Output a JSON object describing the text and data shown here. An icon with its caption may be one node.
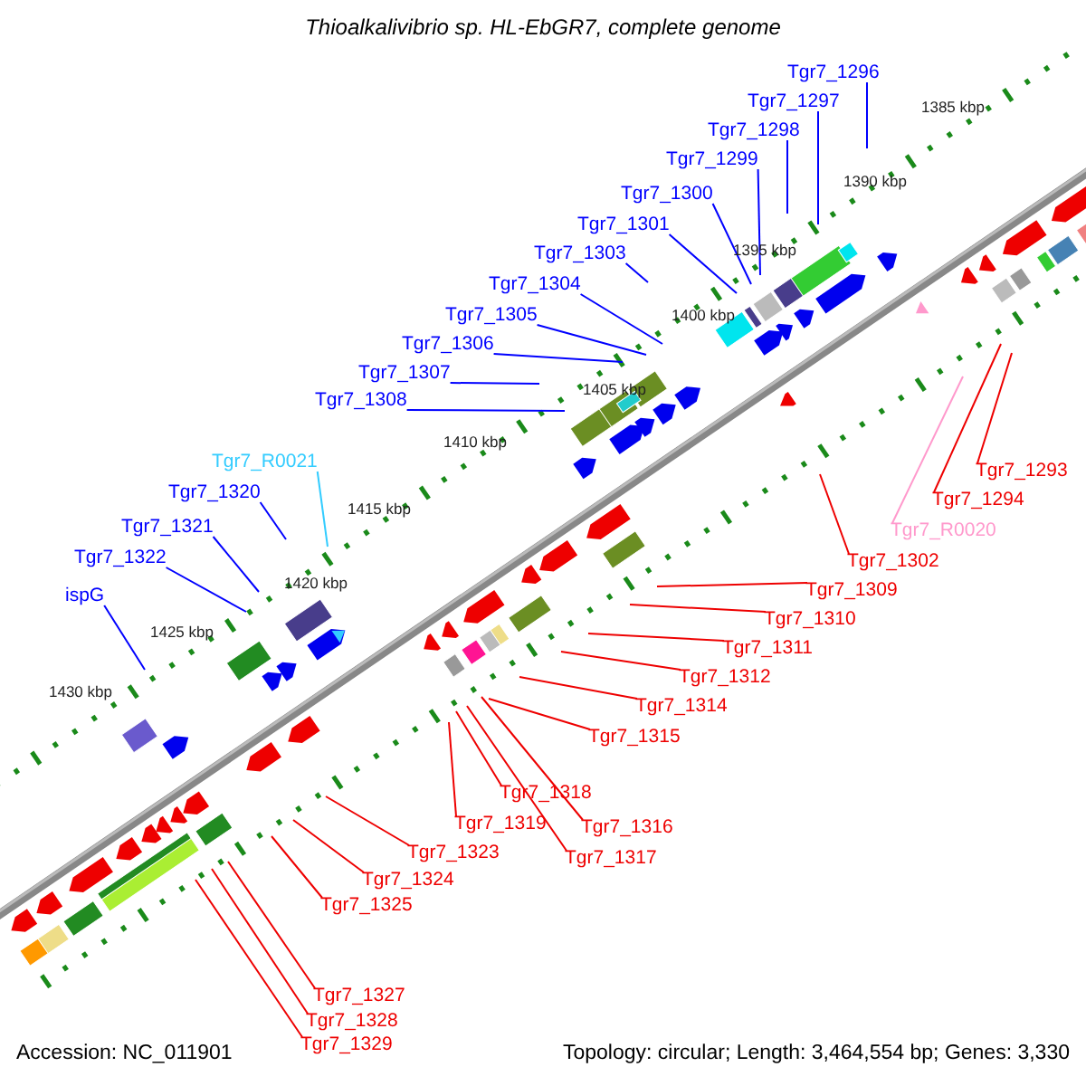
{
  "diagram": {
    "title": "Thioalkalivibrio sp. HL-EbGR7, complete genome",
    "nodes": [
      {
        "text": [
          "Tgr7_1296"
        ]
      },
      {
        "text": [
          "Tgr7_1297"
        ]
      },
      {
        "text": [
          "Tgr7_1298"
        ]
      },
      {
        "text": [
          "Tgr7_1299"
        ]
      },
      {
        "text": [
          "Tgr7_1300"
        ]
      },
      {
        "text": [
          "Tgr7_1301"
        ]
      },
      {
        "text": [
          "Tgr7_1303"
        ]
      },
      {
        "text": [
          "Tgr7_1304"
        ]
      },
      {
        "text": [
          "Tgr7_1305"
        ]
      },
      {
        "text": [
          "Tgr7_1306"
        ]
      },
      {
        "text": [
          "Tgr7_1307"
        ]
      },
      {
        "text": [
          "Tgr7_1308"
        ]
      },
      {
        "text": [
          "Tgr7_R0021"
        ]
      },
      {
        "text": [
          "Tgr7_1320"
        ]
      },
      {
        "text": [
          "Tgr7_1321"
        ]
      },
      {
        "text": [
          "Tgr7_1322"
        ]
      },
      {
        "text": [
          "ispG"
        ]
      },
      {
        "text": [
          "Tgr7_1293"
        ]
      },
      {
        "text": [
          "Tgr7_1294"
        ]
      },
      {
        "text": [
          "Tgr7_R0020"
        ]
      },
      {
        "text": [
          "Tgr7_1302"
        ]
      },
      {
        "text": [
          "Tgr7_1309"
        ]
      },
      {
        "text": [
          "Tgr7_1310"
        ]
      },
      {
        "text": [
          "Tgr7_1311"
        ]
      },
      {
        "text": [
          "Tgr7_1312"
        ]
      },
      {
        "text": [
          "Tgr7_1314"
        ]
      },
      {
        "text": [
          "Tgr7_1315"
        ]
      },
      {
        "text": [
          "Tgr7_1318"
        ]
      },
      {
        "text": [
          "Tgr7_1319"
        ]
      },
      {
        "text": [
          "Tgr7_1316"
        ]
      },
      {
        "text": [
          "Tgr7_1317"
        ]
      },
      {
        "text": [
          "Tgr7_1323"
        ]
      },
      {
        "text": [
          "Tgr7_1324"
        ]
      },
      {
        "text": [
          "Tgr7_1325"
        ]
      },
      {
        "text": [
          "Tgr7_1327"
        ]
      },
      {
        "text": [
          "Tgr7_1328"
        ]
      },
      {
        "text": [
          "Tgr7_1329"
        ]
      }
    ],
    "edges": [
      {
        "from": 0,
        "to": null,
        "arrow": "none",
        "color": "#0000ff"
      },
      {
        "from": 1,
        "to": null,
        "arrow": "none",
        "color": "#0000ff"
      },
      {
        "from": 2,
        "to": null,
        "arrow": "none",
        "color": "#0000ff"
      },
      {
        "from": 3,
        "to": null,
        "arrow": "none",
        "color": "#0000ff"
      },
      {
        "from": 4,
        "to": null,
        "arrow": "none",
        "color": "#0000ff"
      },
      {
        "from": 5,
        "to": null,
        "arrow": "none",
        "color": "#0000ff"
      },
      {
        "from": 6,
        "to": null,
        "arrow": "none",
        "color": "#0000ff"
      },
      {
        "from": 7,
        "to": null,
        "arrow": "none",
        "color": "#0000ff"
      },
      {
        "from": 8,
        "to": null,
        "arrow": "none",
        "color": "#0000ff"
      },
      {
        "from": 9,
        "to": null,
        "arrow": "none",
        "color": "#0000ff"
      },
      {
        "from": 10,
        "to": null,
        "arrow": "none",
        "color": "#0000ff"
      },
      {
        "from": 11,
        "to": null,
        "arrow": "none",
        "color": "#0000ff"
      },
      {
        "from": 12,
        "to": null,
        "arrow": "none",
        "color": "#33ccff"
      },
      {
        "from": 13,
        "to": null,
        "arrow": "none",
        "color": "#0000ff"
      },
      {
        "from": 14,
        "to": null,
        "arrow": "none",
        "color": "#0000ff"
      },
      {
        "from": 15,
        "to": null,
        "arrow": "none",
        "color": "#0000ff"
      },
      {
        "from": 16,
        "to": null,
        "arrow": "none",
        "color": "#0000ff"
      },
      {
        "from": 17,
        "to": null,
        "arrow": "none"
      },
      {
        "from": 18,
        "to": null,
        "arrow": "none"
      },
      {
        "from": 19,
        "to": null,
        "arrow": "none",
        "color": "#ff99cc"
      },
      {
        "from": 20,
        "to": null,
        "arrow": "none"
      },
      {
        "from": 21,
        "to": null,
        "arrow": "none"
      },
      {
        "from": 22,
        "to": null,
        "arrow": "none"
      },
      {
        "from": 23,
        "to": null,
        "arrow": "none"
      },
      {
        "from": 24,
        "to": null,
        "arrow": "none"
      },
      {
        "from": 25,
        "to": null,
        "arrow": "none"
      },
      {
        "from": 26,
        "to": null,
        "arrow": "none"
      },
      {
        "from": 27,
        "to": null,
        "arrow": "none"
      },
      {
        "from": 28,
        "to": null,
        "arrow": "none"
      },
      {
        "from": 29,
        "to": null,
        "arrow": "none"
      },
      {
        "from": 30,
        "to": null,
        "arrow": "none"
      },
      {
        "from": 31,
        "to": null,
        "arrow": "none"
      },
      {
        "from": 32,
        "to": null,
        "arrow": "none"
      },
      {
        "from": 33,
        "to": null,
        "arrow": "none"
      },
      {
        "from": 34,
        "to": null,
        "arrow": "none"
      },
      {
        "from": 35,
        "to": null,
        "arrow": "none"
      },
      {
        "from": 36,
        "to": null,
        "arrow": "none"
      }
    ],
    "labels": [
      "1385 kbp",
      "1390 kbp",
      "1395 kbp",
      "1400 kbp",
      "1405 kbp",
      "1410 kbp",
      "1415 kbp",
      "1420 kbp",
      "1425 kbp",
      "1430 kbp",
      "Accession: NC_011901",
      "Topology: circular; Length: 3,464,554 bp; Genes: 3,330"
    ]
  }
}
